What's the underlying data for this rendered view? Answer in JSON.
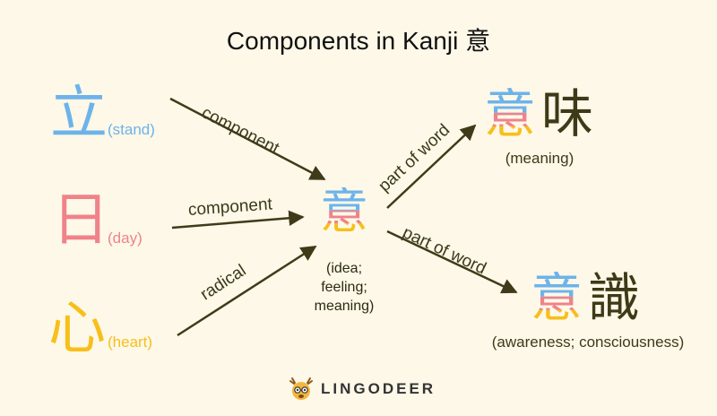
{
  "title": "Components in Kanji 意",
  "components": [
    {
      "kanji": "立",
      "gloss": "(stand)"
    },
    {
      "kanji": "日",
      "gloss": "(day)"
    },
    {
      "kanji": "心",
      "gloss": "(heart)"
    }
  ],
  "center": {
    "kanji": "意",
    "gloss_lines": [
      "(idea;",
      "feeling;",
      "meaning)"
    ]
  },
  "words": [
    {
      "first": "意",
      "second": "味",
      "gloss": "(meaning)"
    },
    {
      "first": "意",
      "second": "識",
      "gloss": "(awareness; consciousness)"
    }
  ],
  "edge_labels": {
    "stand_to_center": "component",
    "day_to_center": "component",
    "heart_to_center": "radical",
    "center_to_imi": "part of word",
    "center_to_ishiki": "part of word"
  },
  "brand": "LINGODEER",
  "colors": {
    "blue": "#6db3ea",
    "pink": "#f0828a",
    "yellow": "#f7bf1a",
    "dark": "#3d3a17",
    "arrow": "#3f3a18"
  }
}
